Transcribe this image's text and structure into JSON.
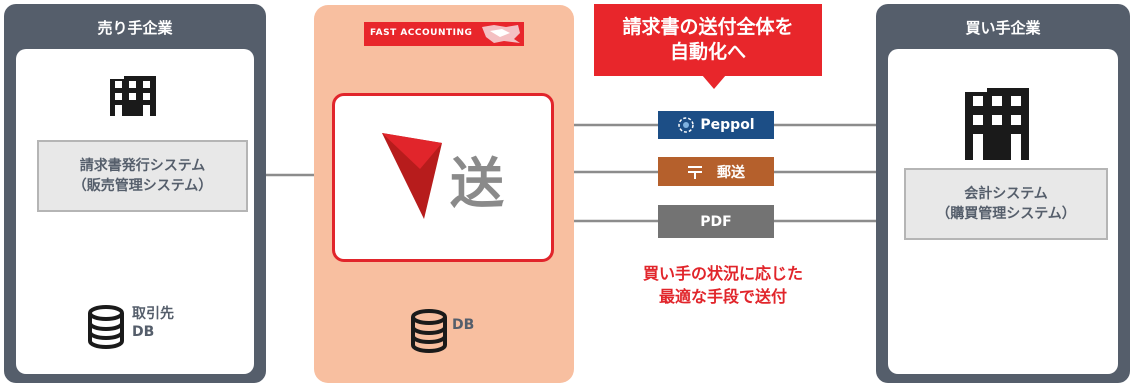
{
  "seller": {
    "title": "売り手企業",
    "system_line1": "請求書発行システム",
    "system_line2": "（販売管理システム）",
    "db_line1": "取引先",
    "db_line2": "DB"
  },
  "center": {
    "brand": "FAST ACCOUNTING",
    "app_char": "送",
    "db": "DB"
  },
  "callout": {
    "line1": "請求書の送付全体を",
    "line2": "自動化へ"
  },
  "channels": [
    {
      "label": "Peppol",
      "color": "#1c4e86"
    },
    {
      "label": "郵送",
      "color": "#b5602c"
    },
    {
      "label": "PDF",
      "color": "#737373"
    }
  ],
  "caption": {
    "line1": "買い手の状況に応じた",
    "line2": "最適な手段で送付"
  },
  "buyer": {
    "title": "買い手企業",
    "system_line1": "会計システム",
    "system_line2": "（購買管理システム）"
  },
  "icons": {
    "seller_building": "building-icon",
    "buyer_building": "building-icon",
    "database": "database-icon",
    "peppol": "peppol-globe-icon",
    "postal": "postal-mark-icon"
  }
}
